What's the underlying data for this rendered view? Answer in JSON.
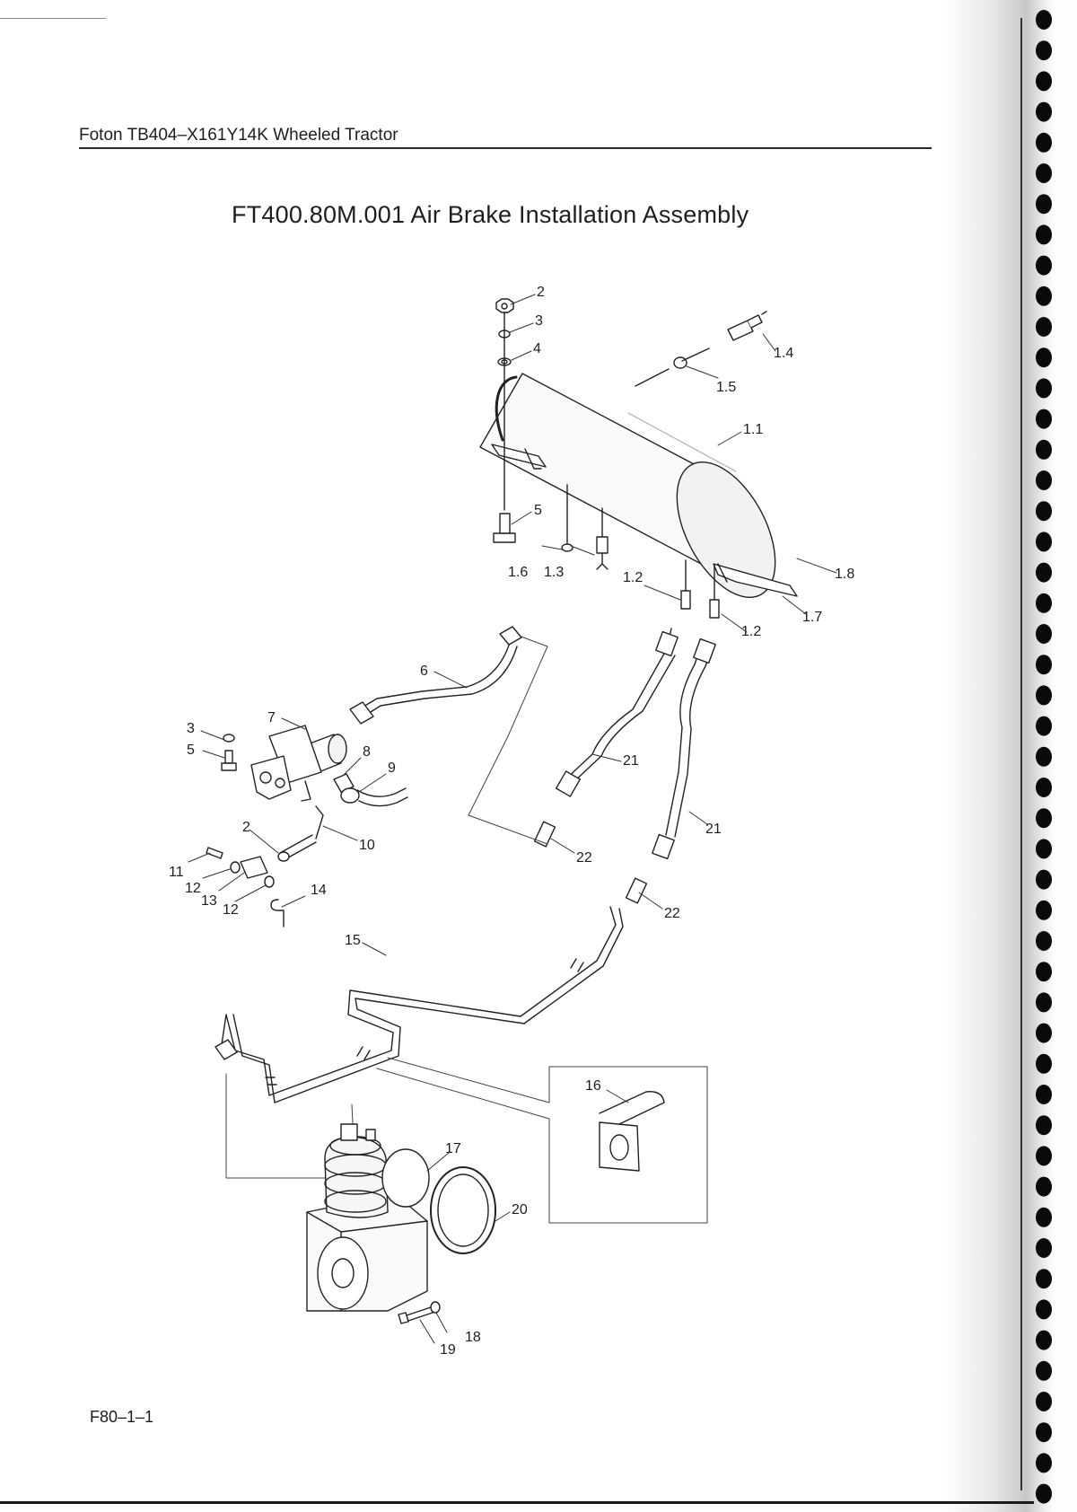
{
  "header": {
    "title": "Foton TB404–X161Y14K Wheeled Tractor"
  },
  "diagram": {
    "title": "FT400.80M.001  Air Brake Installation Assembly"
  },
  "footer": {
    "page_number": "F80–1–1"
  },
  "callouts": {
    "c2_top": "2",
    "c3_top": "3",
    "c4": "4",
    "c1_4": "1.4",
    "c1_5": "1.5",
    "c1_1": "1.1",
    "c5_top": "5",
    "c1_6": "1.6",
    "c1_3": "1.3",
    "c1_2a": "1.2",
    "c1_8": "1.8",
    "c1_7": "1.7",
    "c1_2b": "1.2",
    "c6": "6",
    "c7": "7",
    "c3_left": "3",
    "c5_left": "5",
    "c8": "8",
    "c9": "9",
    "c21a": "21",
    "c21b": "21",
    "c2_left": "2",
    "c10": "10",
    "c22a": "22",
    "c11": "11",
    "c12a": "12",
    "c13": "13",
    "c12b": "12",
    "c14": "14",
    "c22b": "22",
    "c15": "15",
    "c16": "16",
    "c17": "17",
    "c20": "20",
    "c18": "18",
    "c19": "19"
  }
}
